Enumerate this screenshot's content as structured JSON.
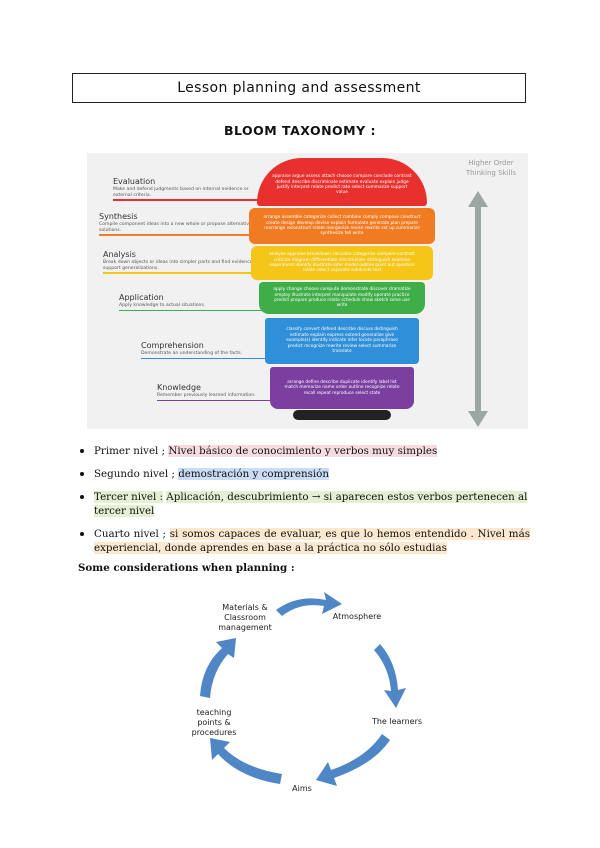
{
  "header": {
    "title": "Lesson planning and assessment"
  },
  "bloom": {
    "heading": "BLOOM TAXONOMY :",
    "higher_order": "Higher Order Thinking Skills",
    "levels": [
      {
        "name": "Evaluation",
        "desc": "Make and defend judgments based on internal evidence or external criteria."
      },
      {
        "name": "Synthesis",
        "desc": "Compile component ideas into a new whole or propose alternative solutions."
      },
      {
        "name": "Analysis",
        "desc": "Break down objects or ideas into simpler parts and find evidence to support generalizations."
      },
      {
        "name": "Application",
        "desc": "Apply knowledge to actual situations."
      },
      {
        "name": "Comprehension",
        "desc": "Demonstrate an understanding of the facts."
      },
      {
        "name": "Knowledge",
        "desc": "Remember previously learned information."
      }
    ],
    "tiers": [
      "appraise argue assess attach choose compare conclude contrast defend describe discriminate estimate evaluate explain judge justify interpret relate predict rate select summarize support value",
      "arrange assemble categorize collect combine comply compose construct create design develop devise explain formulate generate plan prepare rearrange reconstruct relate reorganize revise rewrite set up summarize synthesize tell write",
      "analyze appraise breakdown calculate categorize compare contrast criticize diagram differentiate discriminate distinguish examine experiment identify illustrate infer model outline point out question relate select separate subdivide test",
      "apply change choose compute demonstrate discover dramatize employ illustrate interpret manipulate modify operate practice predict prepare produce relate schedule show sketch solve use write",
      "classify convert defend describe discuss distinguish estimate explain express extend generalize give example(s) identify indicate infer locate paraphrase predict recognize rewrite review select summarize translate",
      "arrange define describe duplicate identify label list match memorize name order outline recognize relate recall repeat reproduce select state"
    ]
  },
  "bullets": [
    {
      "label": "Primer nivel ;",
      "text": "Nivel básico de conocimiento y verbos muy simples"
    },
    {
      "label": "Segundo nivel ;",
      "text": "demostración y comprensión"
    },
    {
      "label": "Tercer nivel :",
      "text": "Aplicación, descubrimiento → si aparecen estos verbos pertenecen al tercer nivel"
    },
    {
      "label": "Cuarto nivel ;",
      "text": "si somos capaces de evaluar, es que lo hemos entendido . Nivel más experiencial, donde aprendes en base a la práctica no sólo estudias"
    }
  ],
  "considerations_heading": "Some considerations when planning :",
  "cycle": {
    "materials": "Materials & Classroom management",
    "atmosphere": "Atmosphere",
    "learners": "The learners",
    "aims": "Aims",
    "teaching": "teaching points & procedures"
  },
  "colors": {
    "evaluation": "#e8312f",
    "synthesis": "#f07b23",
    "analysis": "#f5c518",
    "application": "#3fae49",
    "comprehension": "#2f8fd8",
    "knowledge": "#7b3fa0",
    "arrow": "#4f86c6"
  }
}
